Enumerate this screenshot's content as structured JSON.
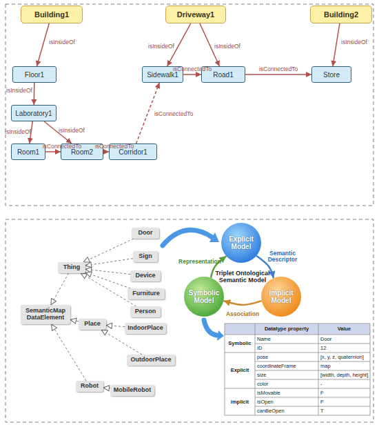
{
  "diagram": {
    "nodes": [
      {
        "text": [
          "Building1"
        ]
      },
      {
        "text": [
          "Driveway1"
        ]
      },
      {
        "text": [
          "Building2"
        ]
      },
      {
        "text": [
          "Floor1"
        ]
      },
      {
        "text": [
          "Sidewalk1"
        ]
      },
      {
        "text": [
          "Road1"
        ]
      },
      {
        "text": [
          "Store"
        ]
      },
      {
        "text": [
          "Laboratory1"
        ]
      },
      {
        "text": [
          "Room1"
        ]
      },
      {
        "text": [
          "Room2"
        ]
      },
      {
        "text": [
          "Corridor1"
        ]
      },
      {
        "text": [
          "Door"
        ]
      },
      {
        "text": [
          "Sign"
        ]
      },
      {
        "text": [
          "Device"
        ]
      },
      {
        "text": [
          "Furniture"
        ]
      },
      {
        "text": [
          "Person"
        ]
      },
      {
        "text": [
          "Thing"
        ]
      },
      {
        "text": [
          "SemanticMap DataElement"
        ]
      },
      {
        "text": [
          "Place"
        ]
      },
      {
        "text": [
          "IndoorPlace"
        ]
      },
      {
        "text": [
          "OutdoorPlace"
        ]
      },
      {
        "text": [
          "Robot"
        ]
      },
      {
        "text": [
          "MobileRobot"
        ]
      },
      {
        "text": [
          "Explicit Model"
        ]
      },
      {
        "text": [
          "Symbolic Model"
        ]
      },
      {
        "text": [
          "Implicit Model"
        ]
      }
    ],
    "edges": [
      {
        "from": 0,
        "to": 3,
        "label": "isInsideOf",
        "arrow": "to"
      },
      {
        "from": 3,
        "to": 7,
        "label": "isInsideOf",
        "arrow": "to"
      },
      {
        "from": 7,
        "to": 8,
        "label": "isInsideOf",
        "arrow": "to"
      },
      {
        "from": 7,
        "to": 9,
        "label": "isInsideOf",
        "arrow": "to"
      },
      {
        "from": 8,
        "to": 9,
        "label": "isConnectedTo",
        "arrow": "to"
      },
      {
        "from": 9,
        "to": 10,
        "label": "isConnectedTo",
        "arrow": "to"
      },
      {
        "from": 10,
        "to": 4,
        "label": "isConnectedTo",
        "arrow": "to"
      },
      {
        "from": 1,
        "to": 4,
        "label": "isInsideOf",
        "arrow": "to"
      },
      {
        "from": 1,
        "to": 5,
        "label": "isInsideOf",
        "arrow": "to"
      },
      {
        "from": 4,
        "to": 5,
        "label": "isConnectedTo",
        "arrow": "to"
      },
      {
        "from": 5,
        "to": 6,
        "label": "isConnectedTo",
        "arrow": "to"
      },
      {
        "from": 2,
        "to": 6,
        "label": "isInsideOf",
        "arrow": "to"
      },
      {
        "from": 11,
        "to": 16,
        "arrow": "to"
      },
      {
        "from": 12,
        "to": 16,
        "arrow": "to"
      },
      {
        "from": 13,
        "to": 16,
        "arrow": "to"
      },
      {
        "from": 14,
        "to": 16,
        "arrow": "to"
      },
      {
        "from": 15,
        "to": 16,
        "arrow": "to"
      },
      {
        "from": 16,
        "to": 17,
        "arrow": "to"
      },
      {
        "from": 19,
        "to": 18,
        "arrow": "to"
      },
      {
        "from": 20,
        "to": 18,
        "arrow": "to"
      },
      {
        "from": 18,
        "to": 17,
        "arrow": "to"
      },
      {
        "from": 22,
        "to": 21,
        "arrow": "to"
      },
      {
        "from": 21,
        "to": 17,
        "arrow": "to"
      },
      {
        "from": 23,
        "to": 25,
        "label": "Semantic Descriptor",
        "arrow": "to"
      },
      {
        "from": 25,
        "to": 24,
        "label": "Association",
        "arrow": "to"
      },
      {
        "from": 24,
        "to": 23,
        "label": "Representation",
        "arrow": "to"
      }
    ],
    "labels": [
      "Datatype property",
      "Value",
      "Symbolic",
      "Name",
      "Door",
      "ID",
      "12",
      "Explicit",
      "pose",
      "[x, y, z, quaternion]",
      "coordinateFrame",
      "map",
      "size",
      "[width, depth, height]",
      "color",
      "-",
      "implicit",
      "isMovable",
      "F",
      "isOpen",
      "F",
      "canBeOpen",
      "T",
      "Triplet Ontological Semantic Model"
    ]
  }
}
